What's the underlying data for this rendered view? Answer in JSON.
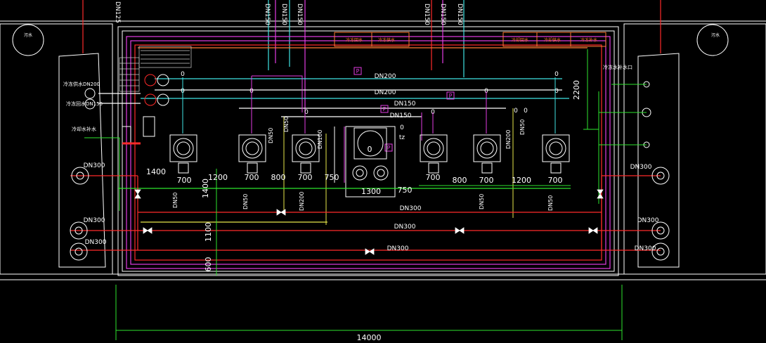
{
  "colors": {
    "bg": "#000000",
    "wall": "#ffffff",
    "pipe_red": "#ff2a2a",
    "pipe_cyan": "#3fe3e3",
    "pipe_magenta": "#e23ce2",
    "dim_green": "#2ee52e",
    "yellow": "#e6e64a",
    "orange": "#ff7a33"
  },
  "pipe_labels": {
    "dn125": "DN125",
    "dn150": "DN150",
    "dn200": "DN200",
    "dn300": "DN300",
    "dn50": "DN50",
    "dn100": "DN100"
  },
  "dims": {
    "d1400": "1400",
    "d1200": "1200",
    "d700": "700",
    "d800": "800",
    "d750": "750",
    "d1300": "1300",
    "d2200": "2200",
    "d1100": "1100",
    "d600": "600",
    "d14000": "14000"
  },
  "tags": {
    "p": "P",
    "zero": "0",
    "tz": "tz"
  },
  "legend_boxes": [
    "冷冻回水",
    "冷冻供水",
    "冷却回水",
    "冷却供水",
    "冷冻补水"
  ],
  "left_room": {
    "sewage_label": "污水",
    "labels": [
      "冷冻供水DN200",
      "冷冻回水DN150",
      "冷却水补水"
    ]
  },
  "right_room": {
    "sewage_label": "污水",
    "labels": [
      "冷冻水补水口"
    ]
  }
}
